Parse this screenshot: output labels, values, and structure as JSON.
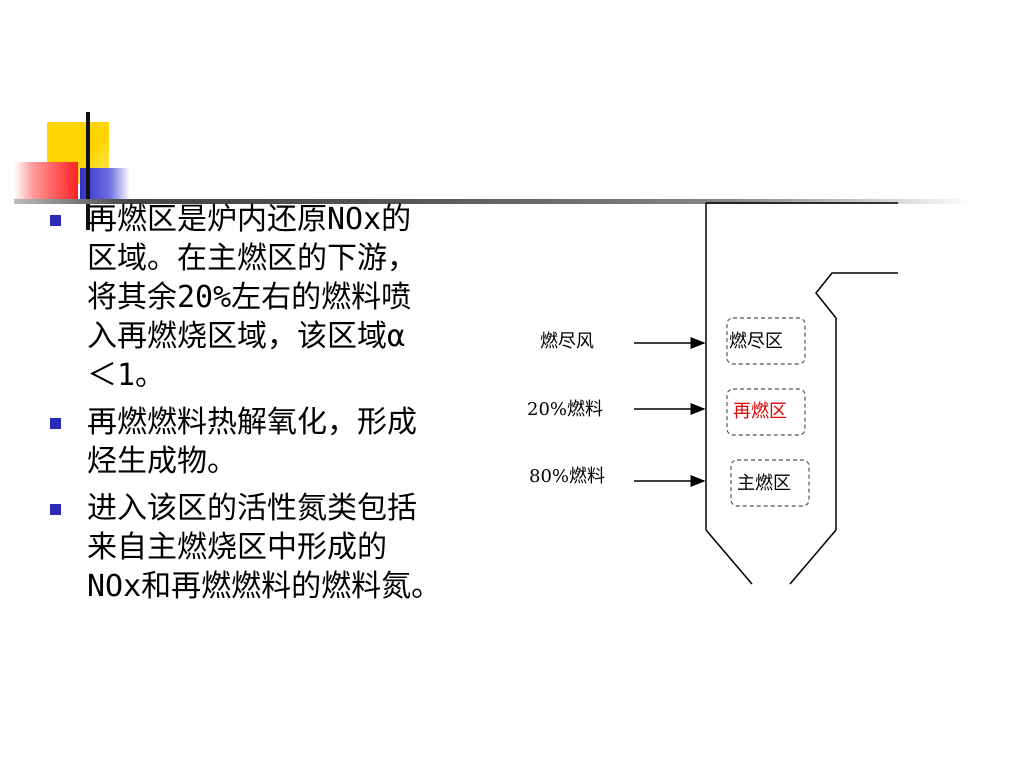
{
  "colors": {
    "bullet": "#2a2ab8",
    "text": "#000000",
    "reburn_zone_label": "#e00000",
    "deco_yellow": "#ffd400",
    "deco_red": "#ff2020",
    "deco_blue": "#3030c8"
  },
  "bullets": [
    {
      "lines": [
        "再燃区是炉内还原NOx的",
        "区域。在主燃区的下游，",
        "将其余20%左右的燃料喷",
        "入再燃烧区域，该区域α",
        "＜1。"
      ]
    },
    {
      "lines": [
        "再燃燃料热解氧化，形成",
        "烃生成物。"
      ]
    },
    {
      "lines": [
        "进入该区的活性氮类包括",
        "来自主燃烧区中形成的",
        "NOx和再燃燃料的燃料氮。"
      ]
    }
  ],
  "diagram": {
    "inputs": {
      "burnout_air": "燃尽风",
      "fuel_20": "20%燃料",
      "fuel_80": "80%燃料"
    },
    "zones": {
      "burnout": "燃尽区",
      "reburn": "再燃区",
      "primary": "主燃区"
    }
  }
}
